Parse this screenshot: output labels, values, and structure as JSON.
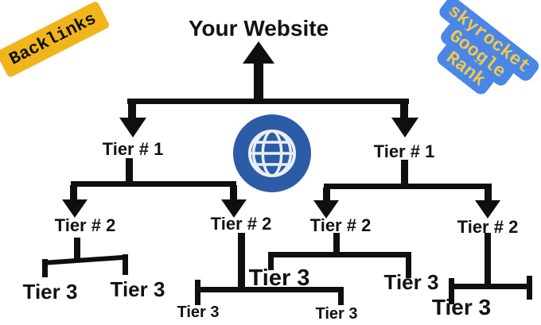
{
  "badge_backlinks": {
    "label": "Backlinks",
    "bg_color": "#F2B41B",
    "text_color": "#111111"
  },
  "badge_skyrocket": {
    "lines": [
      "skyrocket",
      "Google",
      "Rank"
    ],
    "bg_color": "#4A86E8",
    "text_color": "#EFC94C"
  },
  "root_label": "Your Website",
  "tier1_nodes": [
    {
      "label": "Tier # 1"
    },
    {
      "label": "Tier # 1"
    }
  ],
  "tier2_nodes": [
    {
      "label": "Tier # 2"
    },
    {
      "label": "Tier # 2"
    },
    {
      "label": "Tier # 2"
    },
    {
      "label": "Tier # 2"
    }
  ],
  "tier3_nodes": [
    {
      "label": "Tier 3"
    },
    {
      "label": "Tier 3"
    },
    {
      "label": "Tier 3"
    },
    {
      "label": "Tier 3"
    },
    {
      "label": "Tier 3"
    },
    {
      "label": "Tier 3"
    },
    {
      "label": "Tier 3"
    }
  ],
  "colors": {
    "line": "#0F0F0F",
    "label_text": "#121212",
    "globe_bg": "#2B5CA5",
    "globe_stroke": "#E9EEF5",
    "background": "#FFFFFF"
  }
}
